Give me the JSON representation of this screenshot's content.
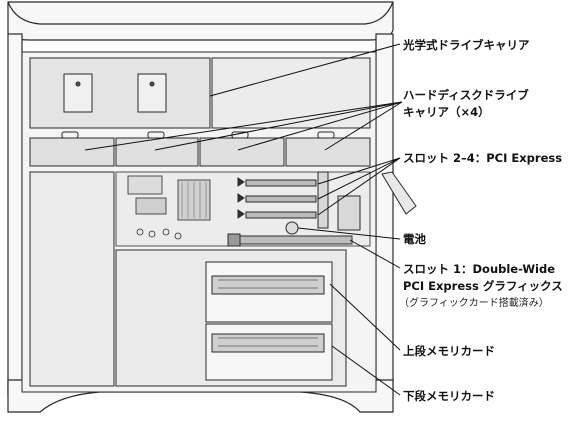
{
  "labels": {
    "optical_drive_carrier": "光学式ドライブキャリア",
    "hdd_carrier_line1": "ハードディスクドライブ",
    "hdd_carrier_line2": "キャリア（×4）",
    "slots_2_4": "スロット 2–4：PCI Express",
    "battery": "電池",
    "slot1_line1": "スロット 1：Double-Wide",
    "slot1_line2": "PCI Express グラフィックス",
    "slot1_note": "（グラフィックカード搭載済み）",
    "upper_memory_card": "上段メモリカード",
    "lower_memory_card": "下段メモリカード"
  },
  "colors": {
    "outline": "#2a2a2a",
    "chassis_fill": "#f7f7f7",
    "bay_fill": "#e6e6e6",
    "board_fill": "#ececec"
  }
}
